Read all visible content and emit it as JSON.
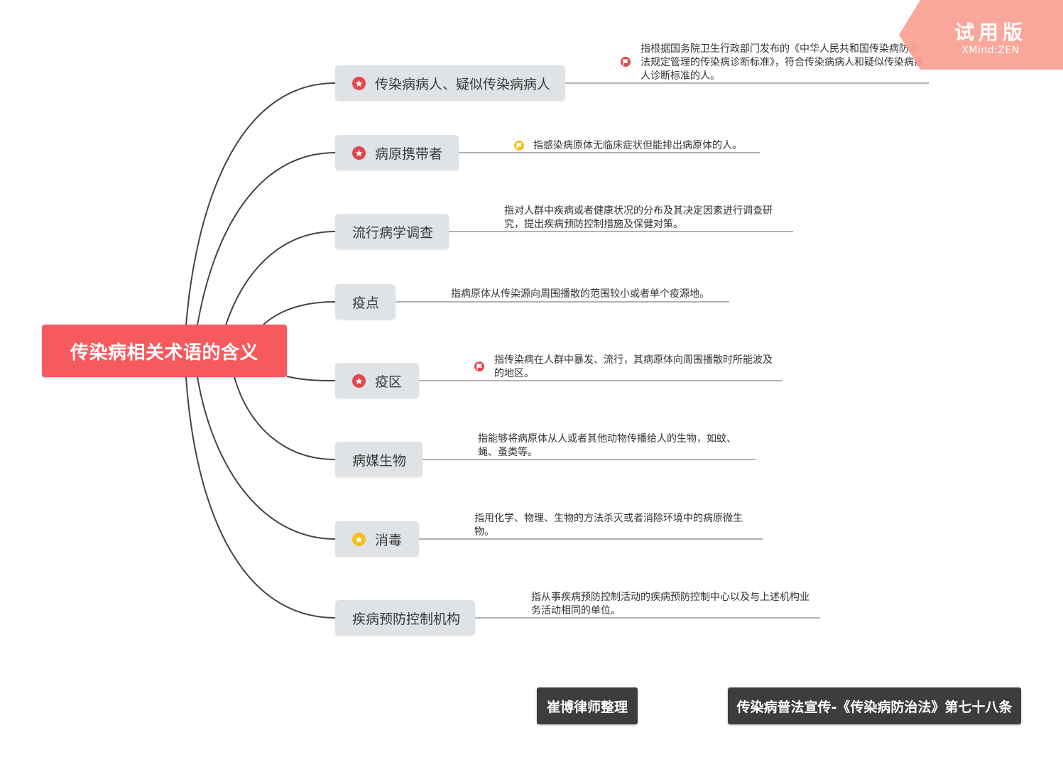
{
  "root": {
    "label": "传染病相关术语的含义"
  },
  "watermark": {
    "title": "试用版",
    "subtitle": "XMind:ZEN"
  },
  "topics": [
    {
      "label": "传染病病人、疑似传染病病人",
      "marker": "red-star",
      "note": "指根据国务院卫生行政部门发布的《中华人民共和国传染病防治法规定管理的传染病诊断标准》，符合传染病病人和疑似传染病病人诊断标准的人。",
      "note_flag": "red-flag"
    },
    {
      "label": "病原携带者",
      "marker": "red-star",
      "note": "指感染病原体无临床症状但能排出病原体的人。",
      "note_flag": "yellow-flag"
    },
    {
      "label": "流行病学调查",
      "marker": "",
      "note": "指对人群中疾病或者健康状况的分布及其决定因素进行调查研究，提出疾病预防控制措施及保健对策。",
      "note_flag": ""
    },
    {
      "label": "疫点",
      "marker": "",
      "note": "指病原体从传染源向周围播散的范围较小或者单个疫源地。",
      "note_flag": ""
    },
    {
      "label": "疫区",
      "marker": "red-star",
      "note": "指传染病在人群中暴发、流行，其病原体向周围播散时所能波及的地区。",
      "note_flag": "red-flag"
    },
    {
      "label": "病媒生物",
      "marker": "",
      "note": "指能够将病原体从人或者其他动物传播给人的生物，如蚊、蝇、蚤类等。",
      "note_flag": ""
    },
    {
      "label": "消毒",
      "marker": "yellow-star",
      "note": "指用化学、物理、生物的方法杀灭或者消除环境中的病原微生物。",
      "note_flag": ""
    },
    {
      "label": "疾病预防控制机构",
      "marker": "",
      "note": "指从事疾病预防控制活动的疾病预防控制中心以及与上述机构业务活动相同的单位。",
      "note_flag": ""
    }
  ],
  "footer": {
    "author": "崔博律师整理",
    "source": "传染病普法宣传-《传染病防治法》第七十八条"
  }
}
